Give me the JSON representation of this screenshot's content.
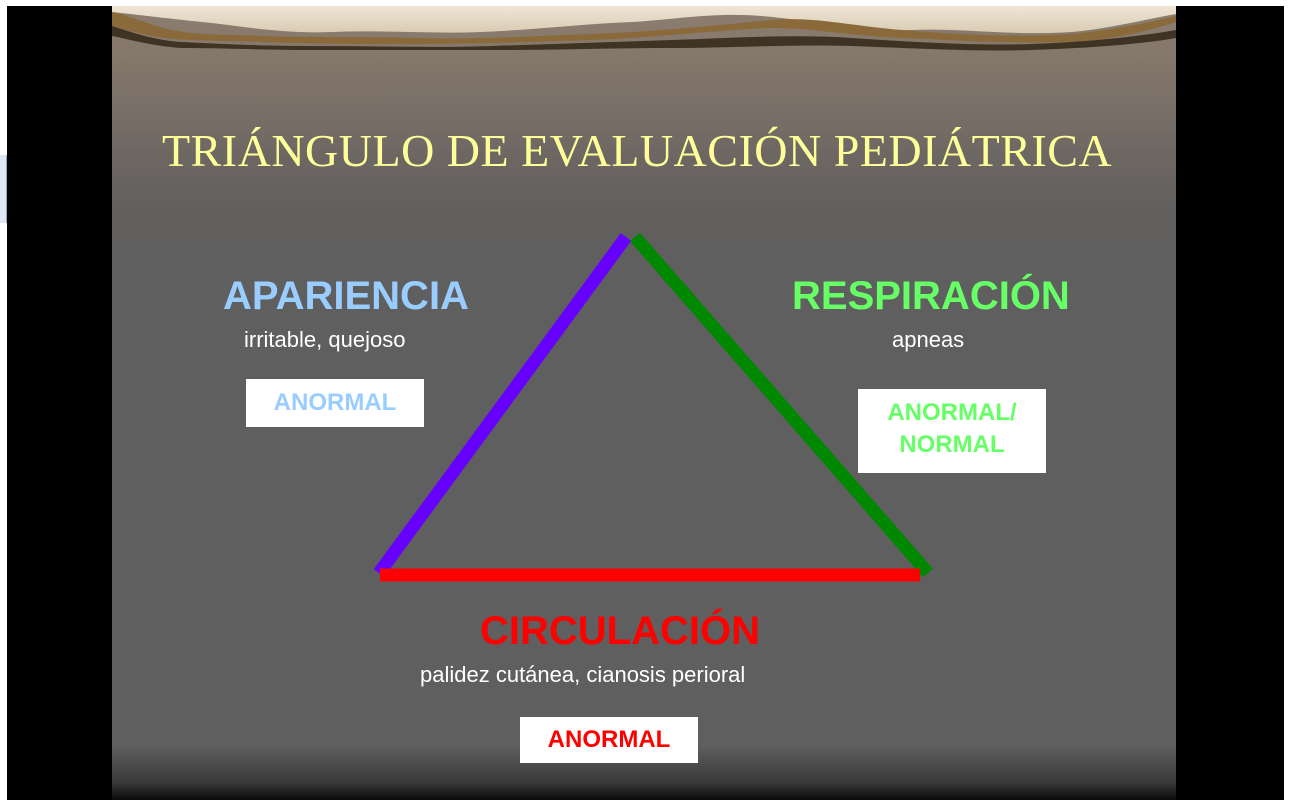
{
  "slide": {
    "title": "TRIÁNGULO DE EVALUACIÓN PEDIÁTRICA",
    "sides": {
      "apariencia": {
        "heading": "APARIENCIA",
        "description": "irritable, quejoso",
        "status": "ANORMAL",
        "color": "#99ccff",
        "line_color": "#6600ff"
      },
      "respiracion": {
        "heading": "RESPIRACIÓN",
        "description": "apneas",
        "status_line1": "ANORMAL/",
        "status_line2": "NORMAL",
        "color": "#66ff66",
        "line_color": "#008800"
      },
      "circulacion": {
        "heading": "CIRCULACIÓN",
        "description": "palidez cutánea,  cianosis perioral",
        "status": "ANORMAL",
        "color": "#ff0000",
        "line_color": "#ff0000"
      }
    },
    "colors": {
      "title": "#ffff99",
      "background": "#5f5f5f"
    }
  }
}
